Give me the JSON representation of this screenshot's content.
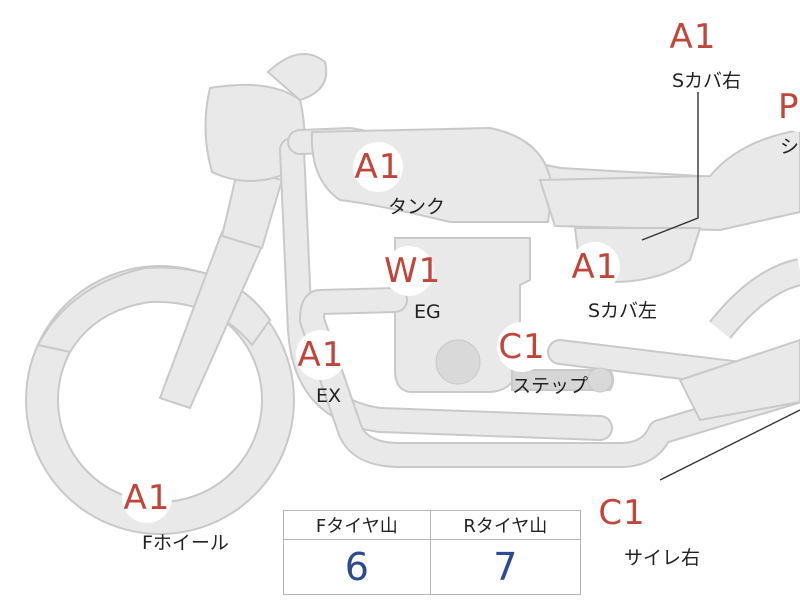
{
  "labels": {
    "front_wheel": "Fホイール",
    "exhaust": "EX",
    "engine": "EG",
    "tank": "タンク",
    "step": "ステップ",
    "side_cover_left": "Sカバ左",
    "side_cover_right": "Sカバ右",
    "seat_partial": "シ",
    "muffler_right": "サイレ右"
  },
  "grades": {
    "front_wheel": "A1",
    "exhaust": "A1",
    "engine": "W1",
    "tank": "A1",
    "step": "C1",
    "side_cover_left": "A1",
    "side_cover_right": "A1",
    "seat_partial": "P",
    "muffler_right": "C1"
  },
  "tire_tread": {
    "front_label": "Fタイヤ山",
    "rear_label": "Rタイヤ山",
    "front_value": "6",
    "rear_value": "7"
  },
  "colors": {
    "grade_text": "#c0453a",
    "value_text": "#2b4a8f",
    "part_fill": "#e9e9e9"
  }
}
